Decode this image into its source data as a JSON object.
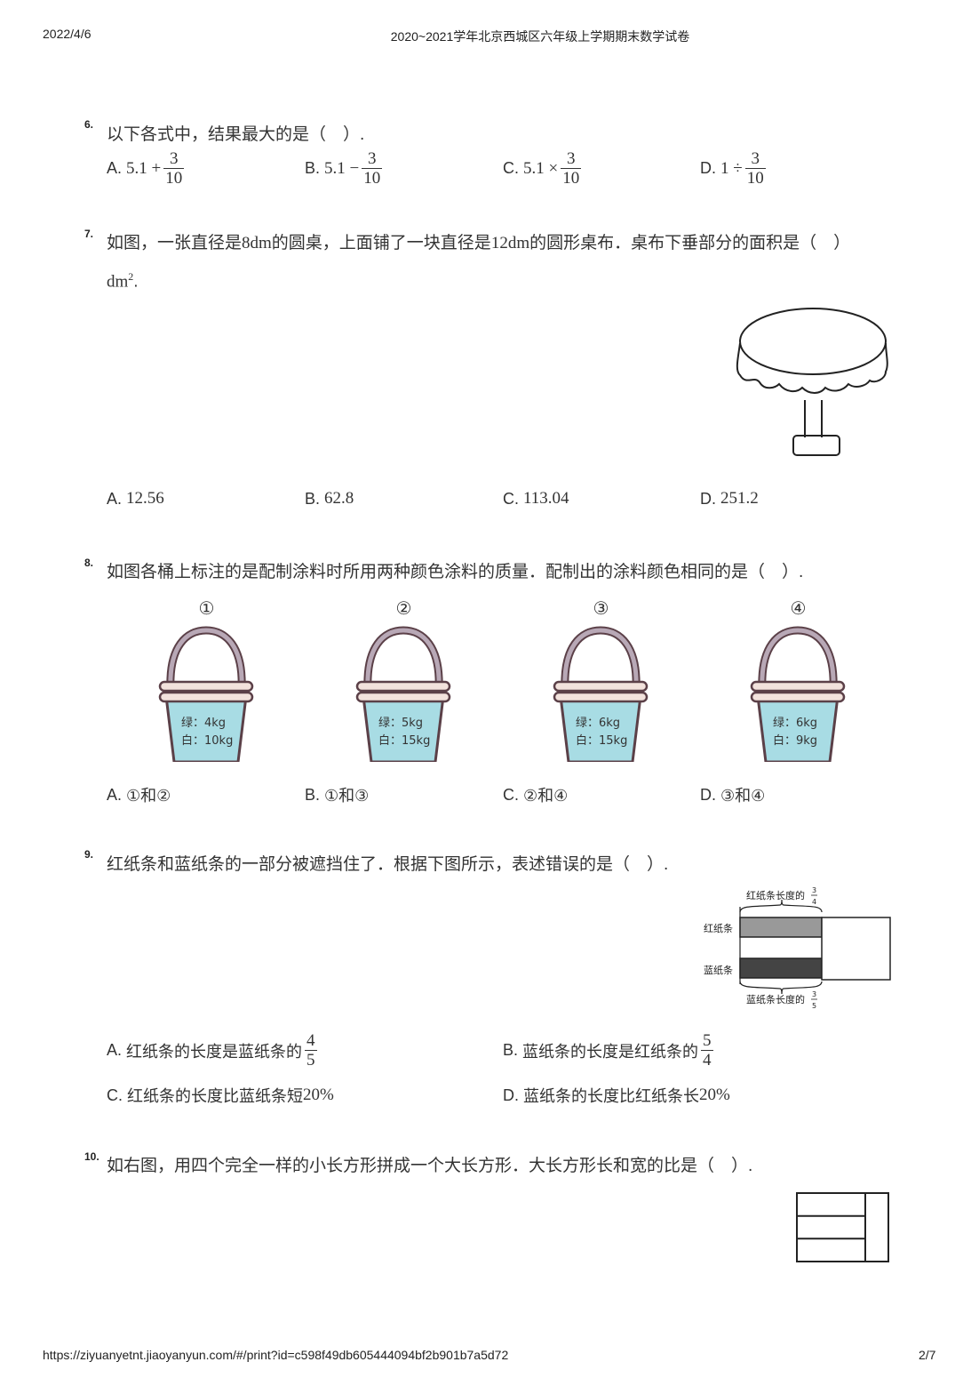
{
  "header": {
    "date": "2022/4/6",
    "title": "2020~2021学年北京西城区六年级上学期期末数学试卷"
  },
  "footer": {
    "url": "https://ziyuanyetnt.jiaoyanyun.com/#/print?id=c598f49db605444094bf2b901b7a5d72",
    "page": "2/7"
  },
  "q6": {
    "num": "6.",
    "text": "以下各式中，结果最大的是（　）.",
    "options": [
      {
        "letter": "A.",
        "expr": "5.1 +",
        "num": "3",
        "den": "10"
      },
      {
        "letter": "B.",
        "expr": "5.1 −",
        "num": "3",
        "den": "10"
      },
      {
        "letter": "C.",
        "expr": "5.1 ×",
        "num": "3",
        "den": "10"
      },
      {
        "letter": "D.",
        "expr": "1 ÷",
        "num": "3",
        "den": "10"
      }
    ]
  },
  "q7": {
    "num": "7.",
    "text_a": "如图，一张直径是",
    "d1": "8dm",
    "text_b": "的圆桌，上面铺了一块直径是",
    "d2": "12dm",
    "text_c": "的圆形桌布．桌布下垂部分的面积是（　）",
    "unit": "dm",
    "unit_sup": "2",
    "unit_end": ".",
    "options": [
      {
        "letter": "A.",
        "value": "12.56"
      },
      {
        "letter": "B.",
        "value": "62.8"
      },
      {
        "letter": "C.",
        "value": "113.04"
      },
      {
        "letter": "D.",
        "value": "251.2"
      }
    ]
  },
  "q8": {
    "num": "8.",
    "text": "如图各桶上标注的是配制涂料时所用两种颜色涂料的质量．配制出的涂料颜色相同的是（　）.",
    "buckets": [
      {
        "label": "①",
        "green": "绿：4kg",
        "white": "白：10kg"
      },
      {
        "label": "②",
        "green": "绿：5kg",
        "white": "白：15kg"
      },
      {
        "label": "③",
        "green": "绿：6kg",
        "white": "白：15kg"
      },
      {
        "label": "④",
        "green": "绿：6kg",
        "white": "白：9kg"
      }
    ],
    "options": [
      {
        "letter": "A.",
        "value": "①和②"
      },
      {
        "letter": "B.",
        "value": "①和③"
      },
      {
        "letter": "C.",
        "value": "②和④"
      },
      {
        "letter": "D.",
        "value": "③和④"
      }
    ]
  },
  "q9": {
    "num": "9.",
    "text": "红纸条和蓝纸条的一部分被遮挡住了．根据下图所示，表述错误的是（　）.",
    "figure": {
      "top_label": "红纸条长度的",
      "top_num": "3",
      "top_den": "4",
      "red_label": "红纸条",
      "blue_label": "蓝纸条",
      "bottom_label": "蓝纸条长度的",
      "bottom_num": "3",
      "bottom_den": "5"
    },
    "options": [
      {
        "letter": "A.",
        "text": "红纸条的长度是蓝纸条的",
        "num": "4",
        "den": "5"
      },
      {
        "letter": "B.",
        "text": "蓝纸条的长度是红纸条的",
        "num": "5",
        "den": "4"
      },
      {
        "letter": "C.",
        "text": "红纸条的长度比蓝纸条短",
        "pct": "20%"
      },
      {
        "letter": "D.",
        "text": "蓝纸条的长度比红纸条长",
        "pct": "20%"
      }
    ]
  },
  "q10": {
    "num": "10.",
    "text": "如右图，用四个完全一样的小长方形拼成一个大长方形．大长方形长和宽的比是（　）."
  }
}
